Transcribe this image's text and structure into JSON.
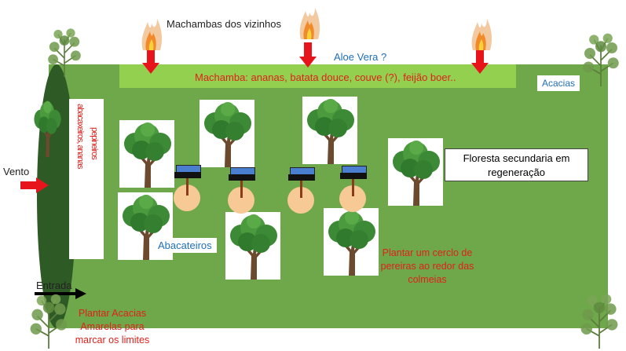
{
  "neighbors_label": "Machambas dos vizinhos",
  "aloe_label": "Aloe Vera ?",
  "machamba_label": "Machamba: ananas, batata douce, couve (?), feijão boer..",
  "acacias_label": "Acacias",
  "vento_label": "Vento",
  "vertical_col1": "abacaxeiros, ananas",
  "vertical_col2": "pepineiros",
  "floresta_label_1": "Floresta secundaria em",
  "floresta_label_2": "regeneração",
  "abacateiros_label": "Abacateiros",
  "pereiras_label_1": "Plantar um cerclo de",
  "pereiras_label_2": "pereiras ao redor das",
  "pereiras_label_3": "colmeias",
  "entrada_label": "Entrada",
  "acacias_plant_1": "Plantar Acacias",
  "acacias_plant_2": "Amarelas para",
  "acacias_plant_3": "marcar os limites",
  "colors": {
    "field": "#6fa84a",
    "machamba_strip": "#93d050",
    "hedge": "#2e5a25",
    "arrow_red": "#e8141c",
    "label_red": "#e0211b",
    "label_blue": "#1f6fb8",
    "hive_lid": "#4a7fd0",
    "hive_disc": "#f6c995"
  }
}
